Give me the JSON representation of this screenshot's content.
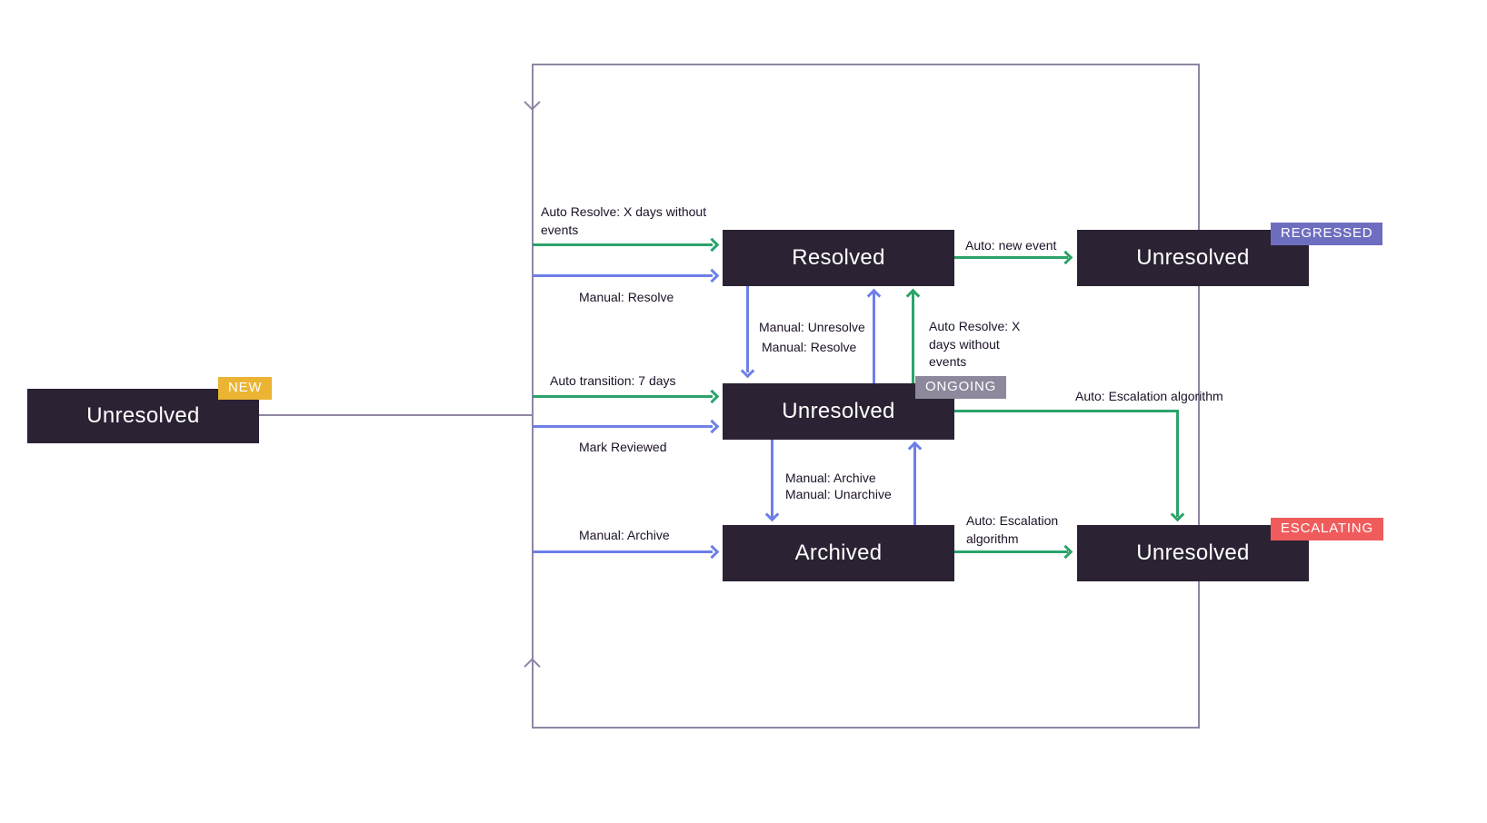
{
  "diagram": {
    "nodes": {
      "new_unresolved": {
        "label": "Unresolved",
        "badge": "NEW"
      },
      "resolved": {
        "label": "Resolved"
      },
      "regressed_unresolved": {
        "label": "Unresolved",
        "badge": "REGRESSED"
      },
      "ongoing_unresolved": {
        "label": "Unresolved",
        "badge": "ONGOING"
      },
      "archived": {
        "label": "Archived"
      },
      "escalating_unresolved": {
        "label": "Unresolved",
        "badge": "ESCALATING"
      }
    },
    "edge_labels": {
      "auto_resolve_from_new": "Auto Resolve: X days without events",
      "manual_resolve_from_new": "Manual: Resolve",
      "auto_new_event": "Auto: new event",
      "manual_unresolve": "Manual: Unresolve",
      "manual_resolve_from_ongoing": "Manual: Resolve",
      "auto_resolve_from_ongoing": "Auto Resolve: X days without events",
      "auto_transition": "Auto transition: 7 days",
      "mark_reviewed": "Mark Reviewed",
      "auto_escalation_from_ongoing": "Auto: Escalation algorithm",
      "manual_archive_from_ongoing": "Manual: Archive",
      "manual_unarchive": "Manual: Unarchive",
      "manual_archive_from_new": "Manual: Archive",
      "auto_escalation_from_archived": "Auto: Escalation algorithm"
    },
    "colors": {
      "node-bg": "#2B2233",
      "green": "#2BA36B",
      "blue": "#6E7FE8",
      "loop": "#9086A3",
      "badge-new": "#EBB432",
      "badge-regressed": "#6E6EC0",
      "badge-ongoing": "#8D889C",
      "badge-escalating": "#F05C5C",
      "label-text": "#1D1127"
    }
  }
}
